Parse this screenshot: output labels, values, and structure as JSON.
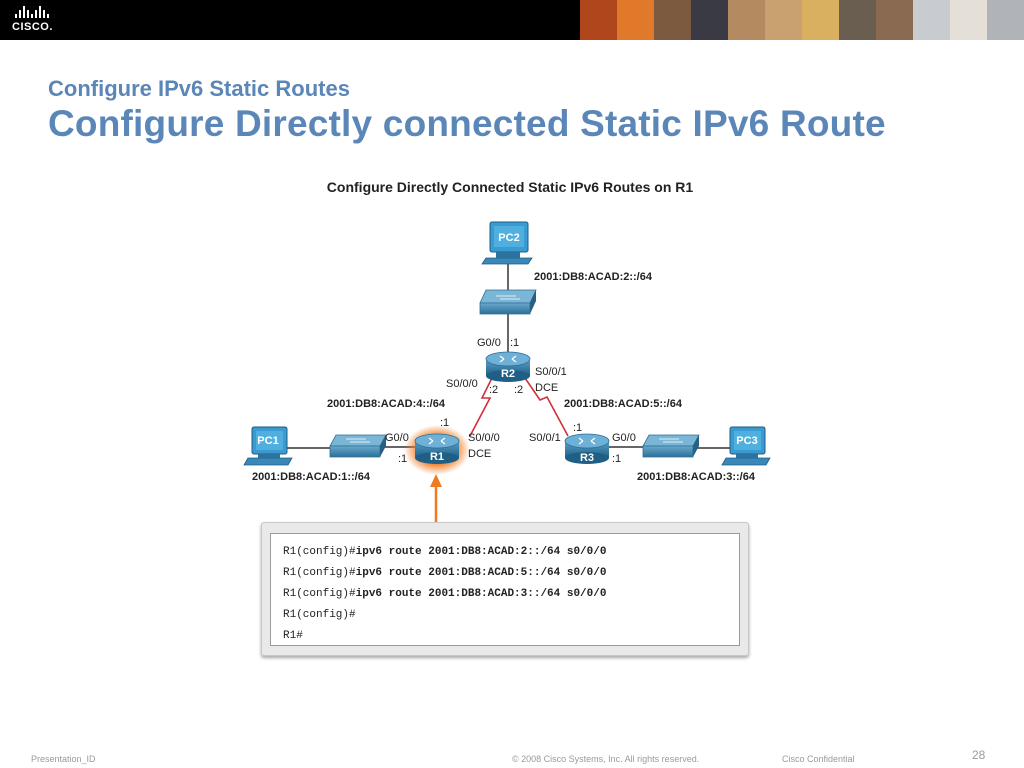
{
  "header": {
    "logo_text": "CISCO.",
    "photo_colors": [
      "#b0461c",
      "#e07a2a",
      "#7c5a40",
      "#3a3a44",
      "#b48a60",
      "#c9a070",
      "#d9b060",
      "#6a5e50",
      "#8a6a50",
      "#c8ccd0",
      "#e4e0d8",
      "#b0b4b8"
    ]
  },
  "slide": {
    "subtitle": "Configure IPv6 Static Routes",
    "title": "Configure Directly connected Static IPv6 Route"
  },
  "diagram": {
    "heading": "Configure Directly Connected Static IPv6 Routes on R1",
    "pcs": {
      "pc1": "PC1",
      "pc2": "PC2",
      "pc3": "PC3"
    },
    "routers": {
      "r1": "R1",
      "r2": "R2",
      "r3": "R3"
    },
    "networks": {
      "lan2": "2001:DB8:ACAD:2::/64",
      "wan4": "2001:DB8:ACAD:4::/64",
      "wan5": "2001:DB8:ACAD:5::/64",
      "lan1": "2001:DB8:ACAD:1::/64",
      "lan3": "2001:DB8:ACAD:3::/64"
    },
    "r2_labels": {
      "g00": "G0/0",
      "g00_host": ":1",
      "s001": "S0/0/1",
      "dce": "DCE",
      "s000": "S0/0/0",
      "host_left": ":2",
      "host_right": ":2"
    },
    "r1_labels": {
      "host_up": ":1",
      "g00": "G0/0",
      "host_left": ":1",
      "s000": "S0/0/0",
      "dce": "DCE"
    },
    "r3_labels": {
      "host_up": ":1",
      "s001": "S0/0/1",
      "g00": "G0/0",
      "host_right": ":1"
    },
    "colors": {
      "router": "#2a6f96",
      "link_serial": "#d0303a",
      "highlight": "#f07a20",
      "pc_blue": "#3b9ad0"
    }
  },
  "cli": {
    "lines": [
      {
        "prompt": "R1(config)#",
        "command": "ipv6 route 2001:DB8:ACAD:2::/64 s0/0/0"
      },
      {
        "prompt": "R1(config)#",
        "command": "ipv6 route 2001:DB8:ACAD:5::/64 s0/0/0"
      },
      {
        "prompt": "R1(config)#",
        "command": "ipv6 route 2001:DB8:ACAD:3::/64 s0/0/0"
      },
      {
        "prompt": "R1(config)#",
        "command": ""
      },
      {
        "prompt": "R1#",
        "command": ""
      }
    ]
  },
  "footer": {
    "presentation_id": "Presentation_ID",
    "copyright": "© 2008 Cisco Systems, Inc. All rights reserved.",
    "confidential": "Cisco Confidential",
    "page_number": "28"
  }
}
